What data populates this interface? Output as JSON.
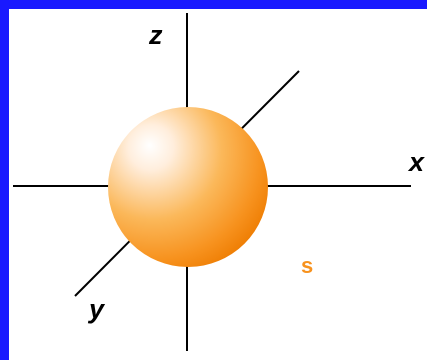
{
  "diagram": {
    "axes": {
      "x_label": "x",
      "y_label": "y",
      "z_label": "z"
    },
    "orbital": {
      "label": "s",
      "color": "#f7921e",
      "highlight_color": "#ffffff",
      "shadow_color": "#f07d00"
    },
    "colors": {
      "border": "#1919ff",
      "background": "#ffffff",
      "axis": "#000000"
    }
  }
}
